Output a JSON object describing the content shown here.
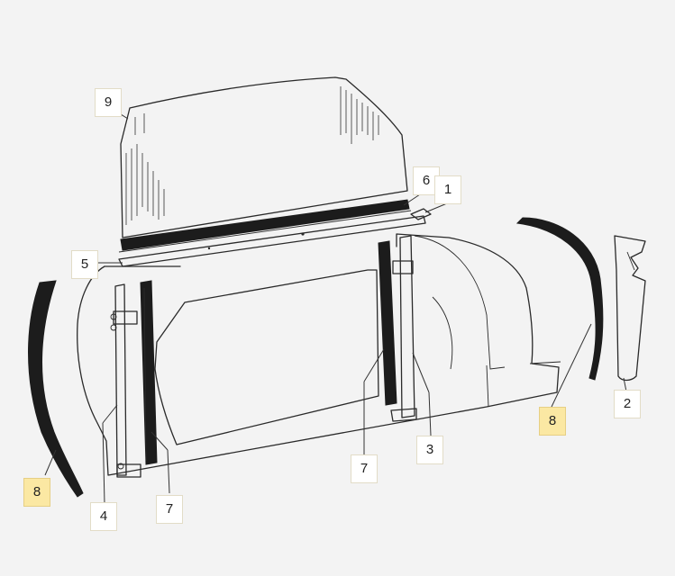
{
  "callouts": [
    {
      "id": "c9",
      "label": "9",
      "highlight": false
    },
    {
      "id": "c6",
      "label": "6",
      "highlight": false
    },
    {
      "id": "c1",
      "label": "1",
      "highlight": false
    },
    {
      "id": "c5",
      "label": "5",
      "highlight": false
    },
    {
      "id": "c8-right",
      "label": "8",
      "highlight": true
    },
    {
      "id": "c2",
      "label": "2",
      "highlight": false
    },
    {
      "id": "c7-mid",
      "label": "7",
      "highlight": false
    },
    {
      "id": "c3",
      "label": "3",
      "highlight": false
    },
    {
      "id": "c8-left",
      "label": "8",
      "highlight": true
    },
    {
      "id": "c4",
      "label": "4",
      "highlight": false
    },
    {
      "id": "c7-left",
      "label": "7",
      "highlight": false
    }
  ],
  "colors": {
    "background": "#f3f3f3",
    "callout_highlight": "#fbe8a3",
    "callout_border": "#e2dcc7",
    "ink": "#2a2a2a"
  }
}
